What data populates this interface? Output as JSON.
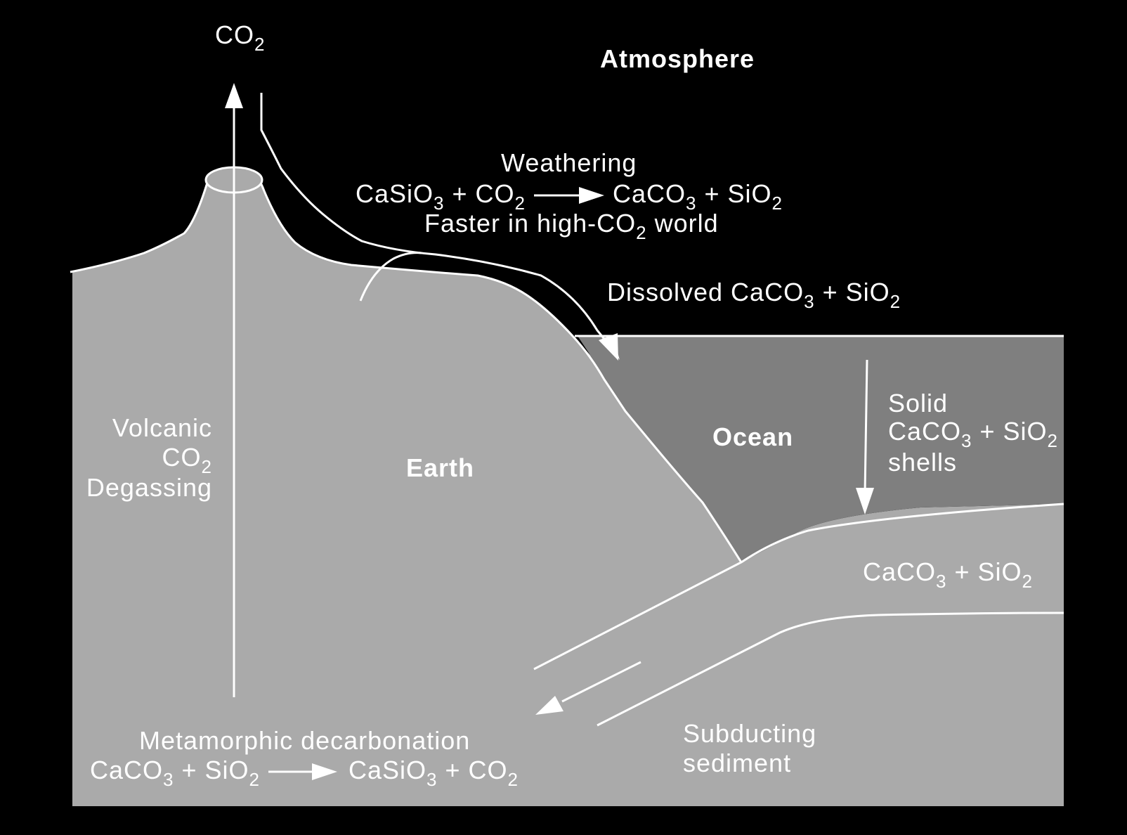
{
  "labels": {
    "co2_top": {
      "main": "CO",
      "sub": "2"
    },
    "atmosphere": "Atmosphere",
    "weathering": "Weathering",
    "weathering_reactants": [
      "CaSiO",
      "3",
      " + CO",
      "2"
    ],
    "weathering_products": [
      "CaCO",
      "3",
      " + SiO",
      "2"
    ],
    "faster": [
      "Faster in high-CO",
      "2",
      " world"
    ],
    "dissolved": [
      "Dissolved CaCO",
      "3",
      " + SiO",
      "2"
    ],
    "volcanic_1": "Volcanic",
    "volcanic_2": {
      "main": "CO",
      "sub": "2"
    },
    "volcanic_3": "Degassing",
    "earth": "Earth",
    "ocean": "Ocean",
    "solid_1": "Solid",
    "solid_2": [
      "CaCO",
      "3",
      " + SiO",
      "2"
    ],
    "solid_3": "shells",
    "sediment_layer": [
      "CaCO",
      "3",
      " + SiO",
      "2"
    ],
    "subducting_1": "Subducting",
    "subducting_2": "sediment",
    "metamorphic": "Metamorphic decarbonation",
    "metamorphic_reactants": [
      "CaCO",
      "3",
      " + SiO",
      "2"
    ],
    "metamorphic_products": [
      "CaSiO",
      "3",
      " + CO",
      "2"
    ]
  },
  "colors": {
    "background": "#000000",
    "earth": "#aaaaaa",
    "ocean": "#7f7f7f",
    "line": "#ffffff",
    "text": "#ffffff"
  }
}
